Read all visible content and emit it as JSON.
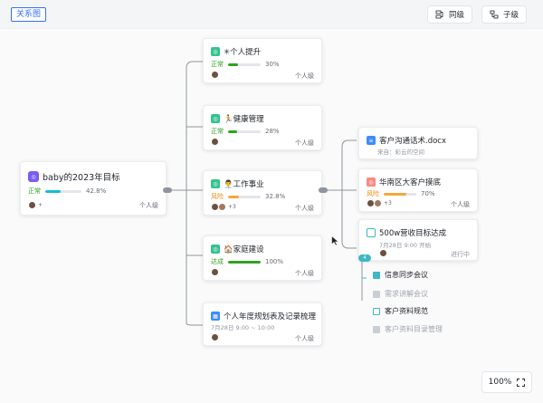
{
  "header": {
    "title": "关系图",
    "same_level_label": "同级",
    "child_level_label": "子级"
  },
  "root": {
    "title": "baby的2023年目标",
    "status": "正常",
    "progress": 42.8,
    "progress_text": "42.8%",
    "avatar_extra": "+",
    "level": "个人级"
  },
  "nodes": [
    {
      "title": "✳个人提升",
      "status": "正常",
      "status_type": "ok",
      "progress": 30,
      "progress_text": "30%",
      "level": "个人级",
      "avatar_extra": ""
    },
    {
      "title": "🏃健康管理",
      "status": "正常",
      "status_type": "ok",
      "progress": 28,
      "progress_text": "28%",
      "level": "个人级",
      "avatar_extra": ""
    },
    {
      "title": "👨‍💼工作事业",
      "status": "风险",
      "status_type": "warn",
      "progress": 32.8,
      "progress_text": "32.8%",
      "level": "个人级",
      "avatar_extra": "+3"
    },
    {
      "title": "🏠家庭建设",
      "status": "达成",
      "status_type": "done",
      "progress": 100,
      "progress_text": "100%",
      "level": "个人级",
      "avatar_extra": ""
    },
    {
      "title": "个人年度规划表及记录梳理",
      "time": "7月28日 9:00 ~ 10:00",
      "level": "个人级"
    }
  ],
  "right_nodes": [
    {
      "title": "客户沟通话术.docx",
      "sub": "来自：彩云的空间"
    },
    {
      "title": "华南区大客户摸底",
      "status": "风险",
      "progress": 70,
      "progress_text": "70%",
      "level": "个人级",
      "avatar_extra": "+3"
    },
    {
      "title": "500w营收目标达成",
      "sub": "7月28日 9:00 开始",
      "status_text": "进行中"
    }
  ],
  "sub_list": {
    "badge": "4",
    "items": [
      {
        "label": "信息同步会议",
        "muted": false
      },
      {
        "label": "需求讲解会议",
        "muted": true
      },
      {
        "label": "客户资料规范",
        "muted": false
      },
      {
        "label": "客户资料目录管理",
        "muted": true
      }
    ]
  },
  "zoom": {
    "level": "100%"
  },
  "colors": {
    "accent": "#3370ff",
    "ok": "#2ea121",
    "warn": "#f38500",
    "progress_root": "#14c0c8",
    "progress_ok": "#2ea121",
    "progress_warn": "#f7a739"
  }
}
